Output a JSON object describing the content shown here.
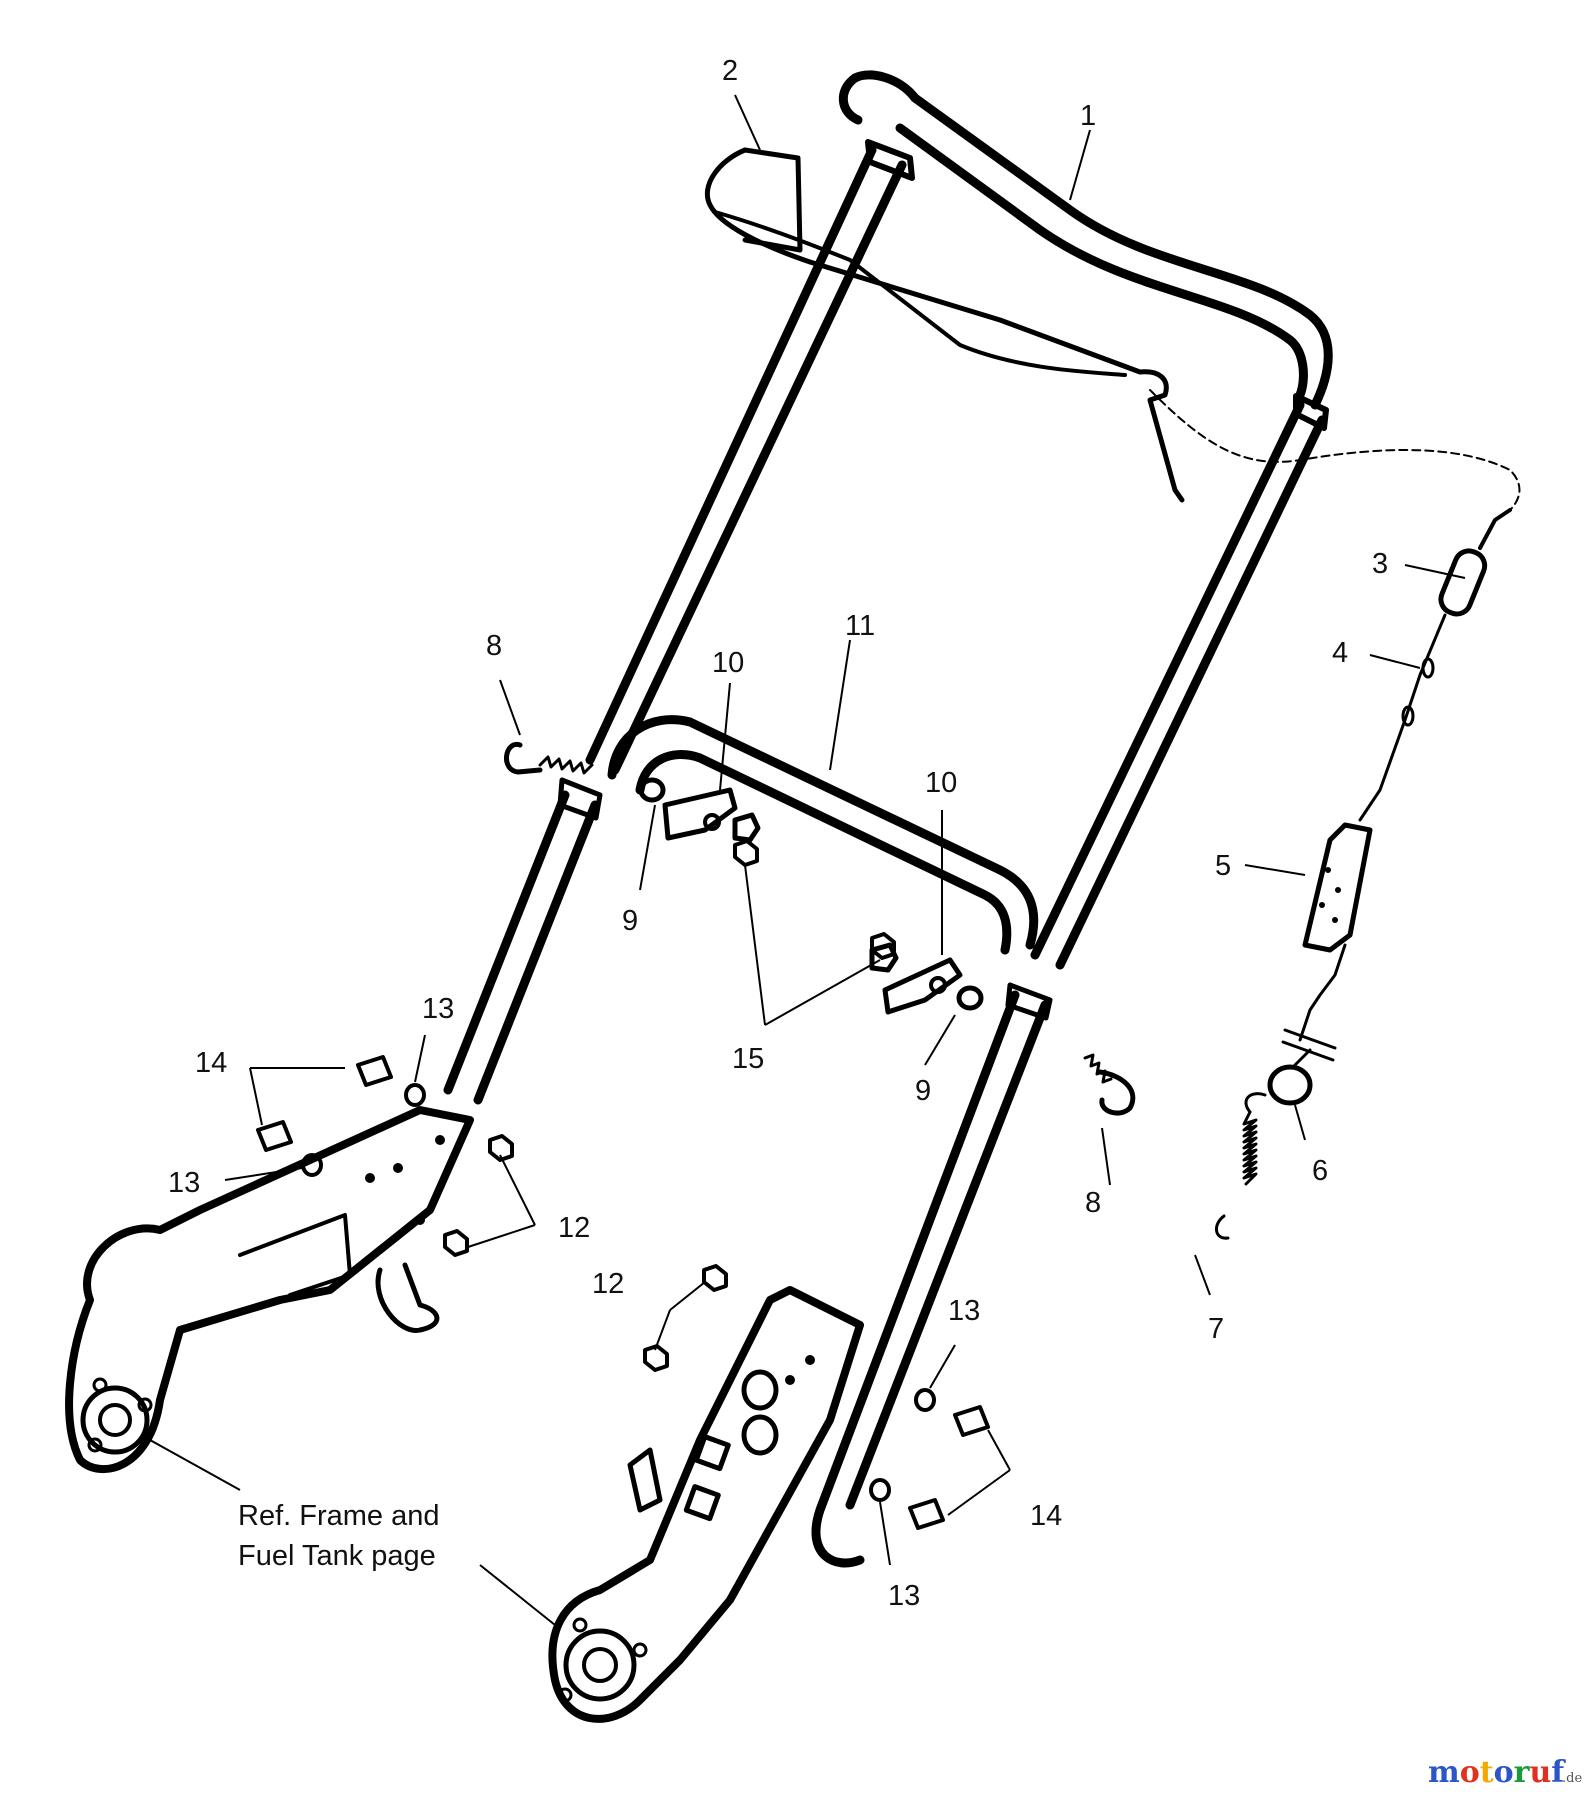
{
  "callouts": {
    "c1": "1",
    "c2": "2",
    "c3": "3",
    "c4": "4",
    "c5": "5",
    "c6": "6",
    "c7": "7",
    "c8a": "8",
    "c8b": "8",
    "c9a": "9",
    "c9b": "9",
    "c10a": "10",
    "c10b": "10",
    "c11": "11",
    "c12a": "12",
    "c12b": "12",
    "c13a": "13",
    "c13b": "13",
    "c13c": "13",
    "c13d": "13",
    "c14a": "14",
    "c14b": "14",
    "c15": "15"
  },
  "reference": {
    "line1": "Ref. Frame and",
    "line2": "Fuel Tank page"
  },
  "watermark": {
    "brand": "motoruf",
    "tld": ".de",
    "colors": [
      "#2a56c6",
      "#e0301e",
      "#f2a900",
      "#2a56c6",
      "#1a9a3a",
      "#e0301e",
      "#2a56c6"
    ]
  }
}
